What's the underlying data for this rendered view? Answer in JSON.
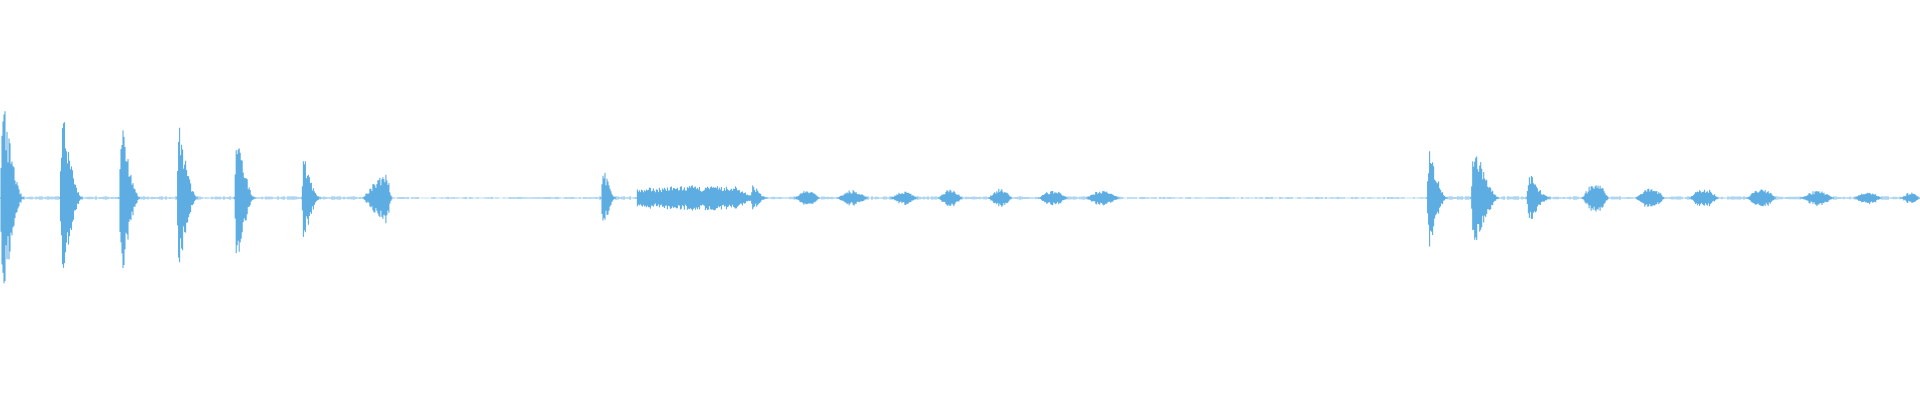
{
  "waveform": {
    "color": "#5dade2",
    "background": "#ffffff",
    "segments": [
      {
        "start": 0.0,
        "end": 0.0125,
        "amp": 0.95,
        "shape": "hit"
      },
      {
        "start": 0.031,
        "end": 0.043,
        "amp": 0.85,
        "shape": "hit"
      },
      {
        "start": 0.062,
        "end": 0.073,
        "amp": 0.78,
        "shape": "hit"
      },
      {
        "start": 0.092,
        "end": 0.103,
        "amp": 0.68,
        "shape": "hit"
      },
      {
        "start": 0.122,
        "end": 0.133,
        "amp": 0.62,
        "shape": "hit"
      },
      {
        "start": 0.157,
        "end": 0.167,
        "amp": 0.42,
        "shape": "hit"
      },
      {
        "start": 0.189,
        "end": 0.204,
        "amp": 0.28,
        "shape": "ramp"
      },
      {
        "start": 0.313,
        "end": 0.321,
        "amp": 0.32,
        "shape": "hit"
      },
      {
        "start": 0.332,
        "end": 0.392,
        "amp": 0.11,
        "shape": "flat"
      },
      {
        "start": 0.391,
        "end": 0.4,
        "amp": 0.13,
        "shape": "hit"
      },
      {
        "start": 0.414,
        "end": 0.427,
        "amp": 0.07,
        "shape": "blob"
      },
      {
        "start": 0.436,
        "end": 0.452,
        "amp": 0.07,
        "shape": "blob"
      },
      {
        "start": 0.464,
        "end": 0.478,
        "amp": 0.06,
        "shape": "blob"
      },
      {
        "start": 0.489,
        "end": 0.501,
        "amp": 0.09,
        "shape": "blob"
      },
      {
        "start": 0.515,
        "end": 0.527,
        "amp": 0.09,
        "shape": "blob"
      },
      {
        "start": 0.541,
        "end": 0.556,
        "amp": 0.07,
        "shape": "blob"
      },
      {
        "start": 0.566,
        "end": 0.583,
        "amp": 0.07,
        "shape": "blob"
      },
      {
        "start": 0.743,
        "end": 0.754,
        "amp": 0.5,
        "shape": "hit"
      },
      {
        "start": 0.766,
        "end": 0.781,
        "amp": 0.55,
        "shape": "hit"
      },
      {
        "start": 0.795,
        "end": 0.808,
        "amp": 0.23,
        "shape": "hit"
      },
      {
        "start": 0.824,
        "end": 0.838,
        "amp": 0.14,
        "shape": "blob"
      },
      {
        "start": 0.852,
        "end": 0.867,
        "amp": 0.1,
        "shape": "blob"
      },
      {
        "start": 0.88,
        "end": 0.895,
        "amp": 0.09,
        "shape": "blob"
      },
      {
        "start": 0.91,
        "end": 0.925,
        "amp": 0.09,
        "shape": "blob"
      },
      {
        "start": 0.938,
        "end": 0.955,
        "amp": 0.07,
        "shape": "blob"
      },
      {
        "start": 0.966,
        "end": 0.98,
        "amp": 0.06,
        "shape": "blob"
      },
      {
        "start": 0.99,
        "end": 1.0,
        "amp": 0.05,
        "shape": "blob"
      }
    ],
    "noise_floor": 0.012,
    "quiet_ranges": [
      [
        0.205,
        0.312
      ],
      [
        0.584,
        0.742
      ]
    ]
  }
}
